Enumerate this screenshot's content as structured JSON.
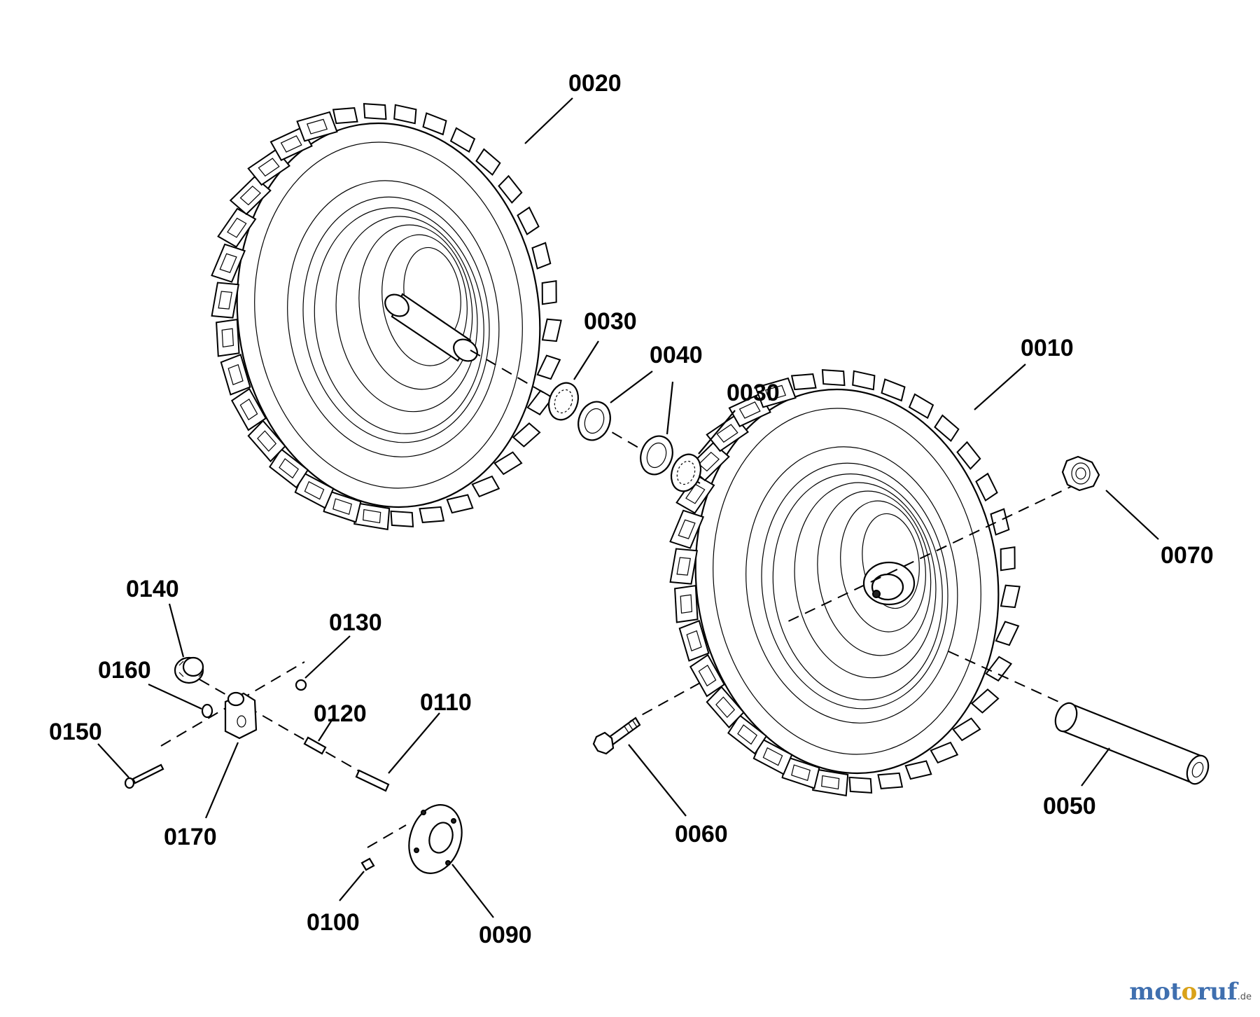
{
  "parts": [
    {
      "id": "p0010",
      "label": "0010"
    },
    {
      "id": "p0020",
      "label": "0020"
    },
    {
      "id": "p0030a",
      "label": "0030"
    },
    {
      "id": "p0030b",
      "label": "0030"
    },
    {
      "id": "p0040",
      "label": "0040"
    },
    {
      "id": "p0050",
      "label": "0050"
    },
    {
      "id": "p0060",
      "label": "0060"
    },
    {
      "id": "p0070",
      "label": "0070"
    },
    {
      "id": "p0090",
      "label": "0090"
    },
    {
      "id": "p0100",
      "label": "0100"
    },
    {
      "id": "p0110",
      "label": "0110"
    },
    {
      "id": "p0120",
      "label": "0120"
    },
    {
      "id": "p0130",
      "label": "0130"
    },
    {
      "id": "p0140",
      "label": "0140"
    },
    {
      "id": "p0150",
      "label": "0150"
    },
    {
      "id": "p0160",
      "label": "0160"
    },
    {
      "id": "p0170",
      "label": "0170"
    }
  ],
  "watermark": {
    "part1": "mot",
    "part2": "o",
    "part3": "ruf",
    "tld": ".de"
  }
}
